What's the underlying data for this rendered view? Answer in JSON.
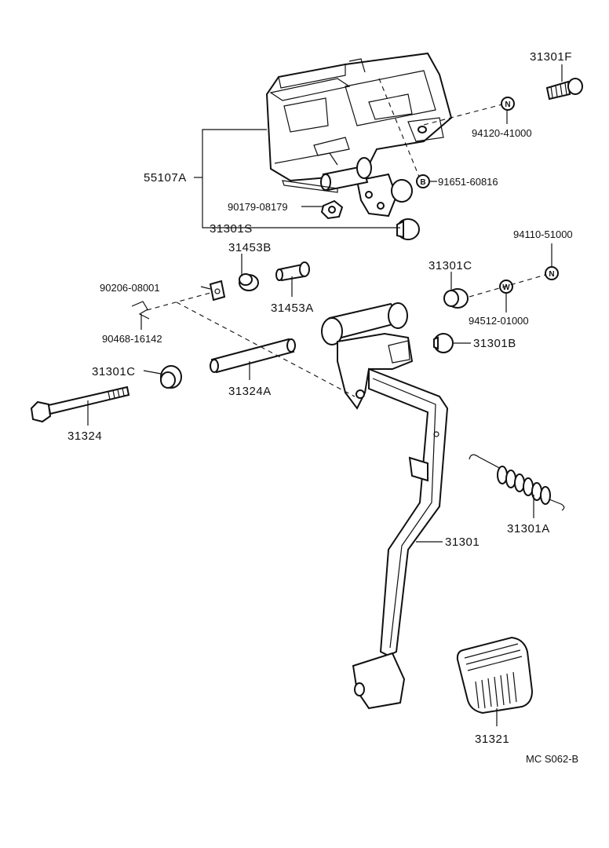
{
  "diagram_code": "MC S062-B",
  "parts": {
    "p31301F": "31301F",
    "p94120": "94120-41000",
    "p55107A": "55107A",
    "p91651": "91651-60816",
    "p90179": "90179-08179",
    "p31301S": "31301S",
    "p94110": "94110-51000",
    "p31453B": "31453B",
    "p31301C_top": "31301C",
    "p90206": "90206-08001",
    "p31453A": "31453A",
    "p94512": "94512-01000",
    "p90468": "90468-16142",
    "p31301B": "31301B",
    "p31301C_left": "31301C",
    "p31324A": "31324A",
    "p31324": "31324",
    "p31301A": "31301A",
    "p31301": "31301",
    "p31321": "31321"
  },
  "symbols": {
    "n": "N",
    "b": "B",
    "w": "W"
  }
}
